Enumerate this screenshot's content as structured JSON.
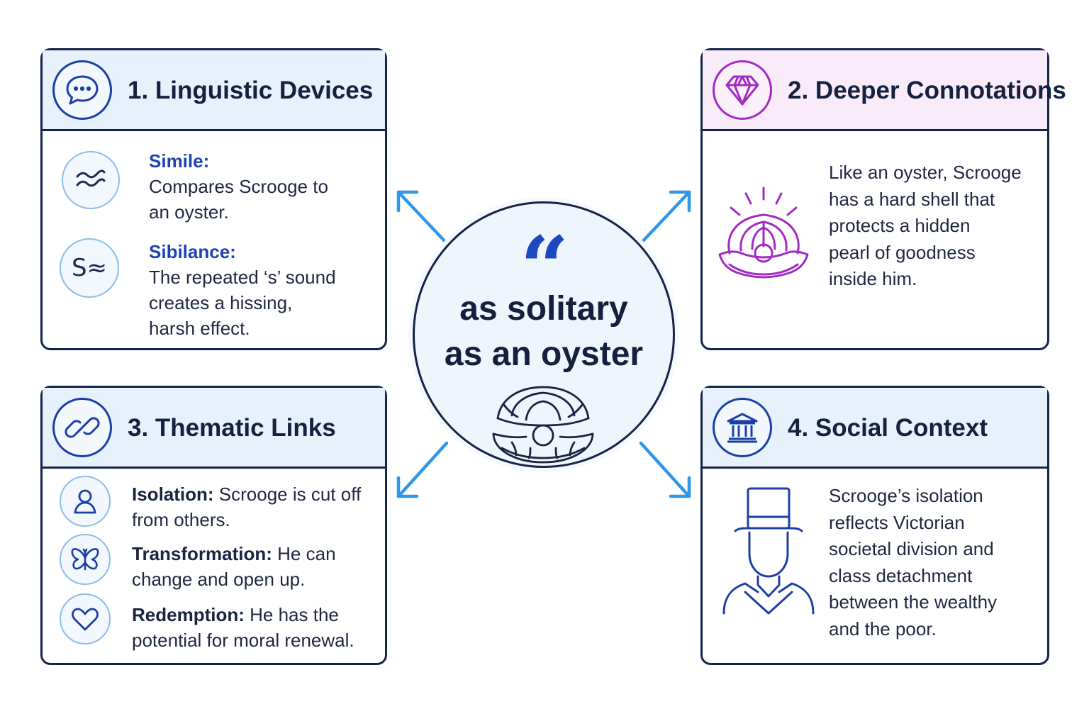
{
  "center": {
    "quote_mark": "“",
    "line1": "as solitary",
    "line2": "as an oyster",
    "icon": "oyster-pearl-icon"
  },
  "cards": {
    "linguistic": {
      "title": "1. Linguistic Devices",
      "icon": "speech-bubble-icon",
      "items": [
        {
          "label": "Simile:",
          "text_lines": [
            "Compares Scrooge to",
            "an oyster."
          ],
          "icon": "wave-icon"
        },
        {
          "label": "Sibilance:",
          "text_lines": [
            "The repeated ‘s’ sound",
            "creates a hissing,",
            "harsh effect."
          ],
          "icon": "s-sound-icon",
          "icon_text": "S≈"
        }
      ]
    },
    "connotations": {
      "title": "2. Deeper Connotations",
      "icon": "gem-icon",
      "text_lines": [
        "Like an oyster, Scrooge",
        "has a hard shell that",
        "protects a hidden",
        "pearl of goodness",
        "inside him."
      ],
      "illustration": "glowing-oyster-icon"
    },
    "thematic": {
      "title": "3. Thematic Links",
      "icon": "link-icon",
      "items": [
        {
          "label": "Isolation:",
          "line1": " Scrooge is cut off",
          "line2": "from others.",
          "icon": "person-icon"
        },
        {
          "label": "Transformation:",
          "line1": " He can",
          "line2": "change and open up.",
          "icon": "butterfly-icon"
        },
        {
          "label": "Redemption:",
          "line1": " He has the",
          "line2": "potential for moral renewal.",
          "icon": "heart-icon"
        }
      ]
    },
    "social": {
      "title": "4. Social Context",
      "icon": "bank-icon",
      "text_lines": [
        "Scrooge’s isolation",
        "reflects Victorian",
        "societal division and",
        "class detachment",
        "between the wealthy",
        "and the poor."
      ],
      "illustration": "top-hat-man-icon"
    }
  },
  "colors": {
    "outline": "#152448",
    "accent_blue": "#1d43b4",
    "arrow_blue": "#2f96ea",
    "accent_purple": "#a32ac4",
    "header_blue": "#e6f1fc",
    "header_pink": "#f9ebfa"
  }
}
